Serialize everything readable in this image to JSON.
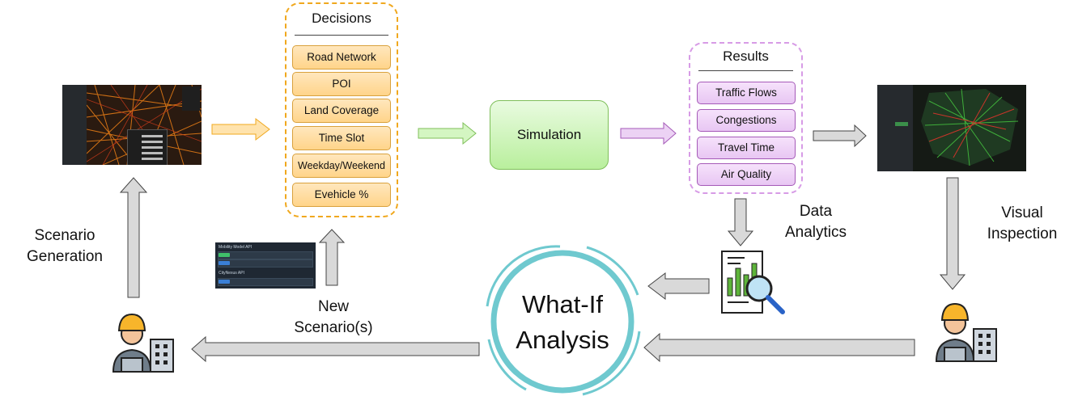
{
  "decisions": {
    "title": "Decisions",
    "items": [
      "Road Network",
      "POI",
      "Land Coverage",
      "Time Slot",
      "Weekday/Weekend",
      "Evehicle %"
    ]
  },
  "simulation": {
    "label": "Simulation"
  },
  "results": {
    "title": "Results",
    "items": [
      "Traffic Flows",
      "Congestions",
      "Travel Time",
      "Air Quality"
    ]
  },
  "labels": {
    "scenario_generation": [
      "Scenario",
      "Generation"
    ],
    "new_scenarios": [
      "New",
      "Scenario(s)"
    ],
    "data_analytics": [
      "Data",
      "Analytics"
    ],
    "visual_inspection": [
      "Visual",
      "Inspection"
    ]
  },
  "what_if": {
    "line1": "What-If",
    "line2": "Analysis"
  },
  "api_panel": {
    "title1": "Mobility Model API",
    "title2": "CityNexus API"
  },
  "colors": {
    "decisions_border": "#f0a81e",
    "results_border": "#d79be6",
    "simulation_fill": "#b9ef9d",
    "what_if_ring": "#6fc9cf",
    "arrow_orange": "#ffd68a",
    "arrow_green": "#c8f3b0",
    "arrow_purple": "#e2c1ee",
    "arrow_gray": "#d0d0d0"
  }
}
